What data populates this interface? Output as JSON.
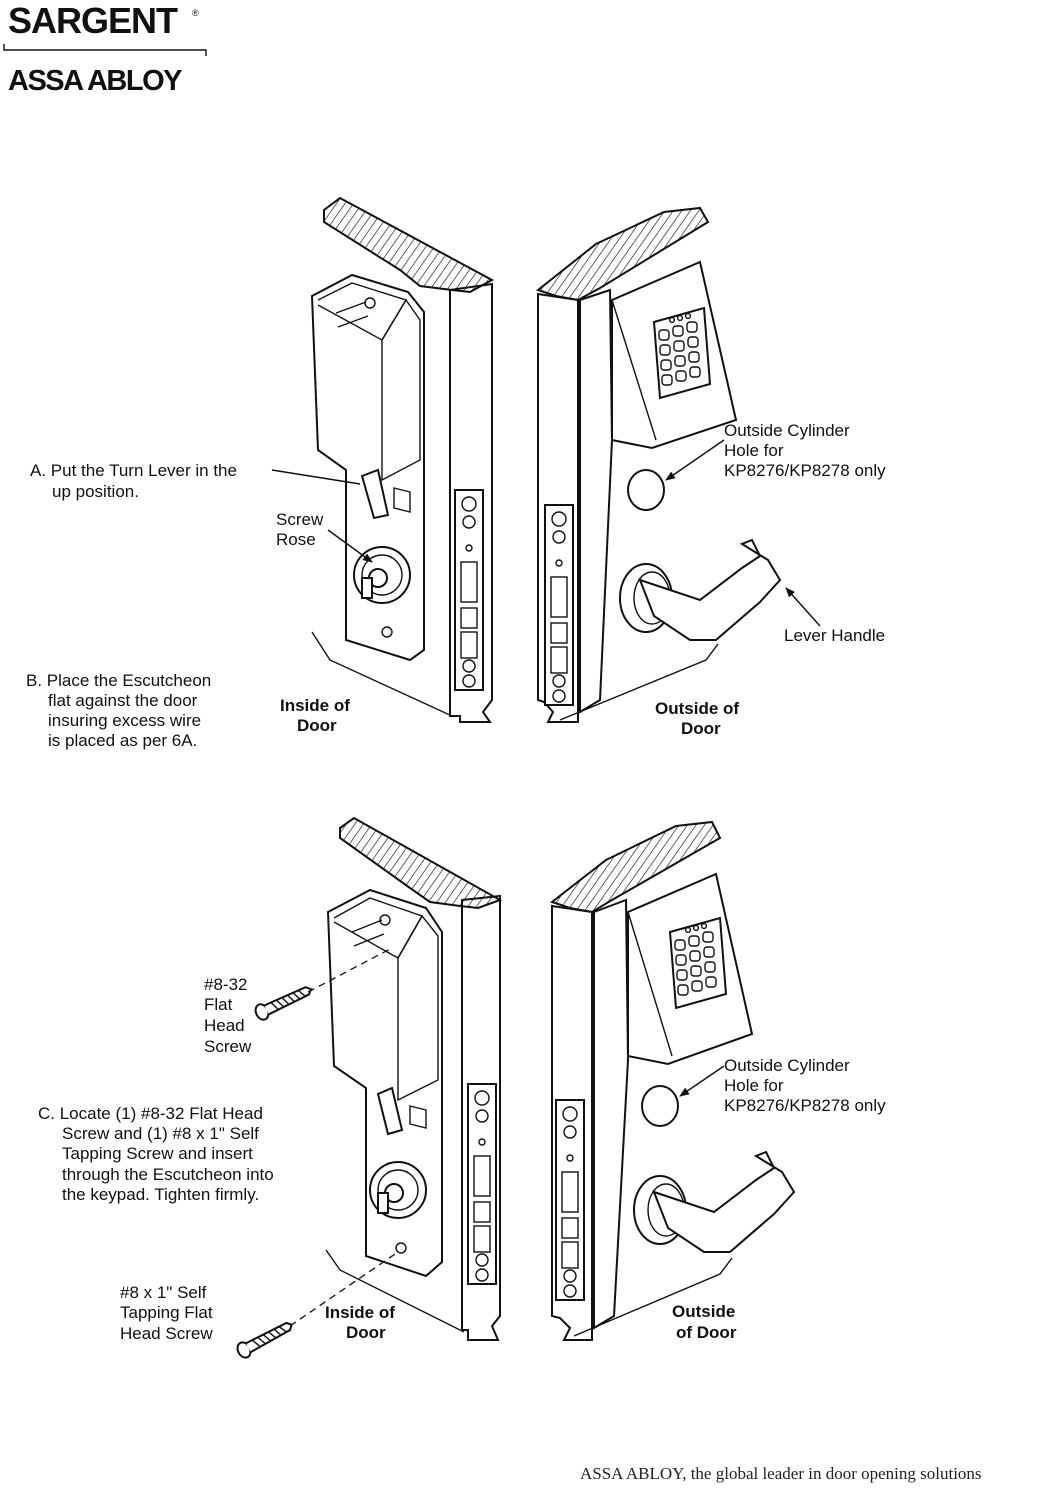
{
  "brand": {
    "name": "SARGENT",
    "registered_mark": "®",
    "parent": "ASSA ABLOY",
    "tagline": "ASSA ABLOY, the global leader in door opening solutions"
  },
  "top_panel": {
    "step_a": [
      "A. Put the Turn Lever in the",
      "up position."
    ],
    "screw_rose": [
      "Screw",
      "Rose"
    ],
    "step_b": [
      "B. Place the Escutcheon",
      "flat against the door",
      "insuring excess wire",
      "is placed as per 6A."
    ],
    "inside_door": [
      "Inside of",
      "Door"
    ],
    "outside_door": [
      "Outside of",
      "Door"
    ],
    "cylinder_hole": [
      "Outside Cylinder",
      "Hole for",
      "KP8276/KP8278 only"
    ],
    "lever_handle": "Lever Handle"
  },
  "bottom_panel": {
    "flat_head_screw": [
      "#8-32",
      "Flat",
      "Head",
      "Screw"
    ],
    "step_c": [
      "C. Locate (1) #8-32 Flat Head",
      "Screw and (1) #8 x 1\" Self",
      "Tapping Screw and insert",
      "through the Escutcheon into",
      "the keypad. Tighten firmly."
    ],
    "self_tapping_screw": [
      "#8 x 1\" Self",
      "Tapping Flat",
      "Head Screw"
    ],
    "inside_door": [
      "Inside of",
      "Door"
    ],
    "outside_door": [
      "Outside",
      "of Door"
    ],
    "cylinder_hole": [
      "Outside Cylinder",
      "Hole for",
      "KP8276/KP8278 only"
    ]
  }
}
